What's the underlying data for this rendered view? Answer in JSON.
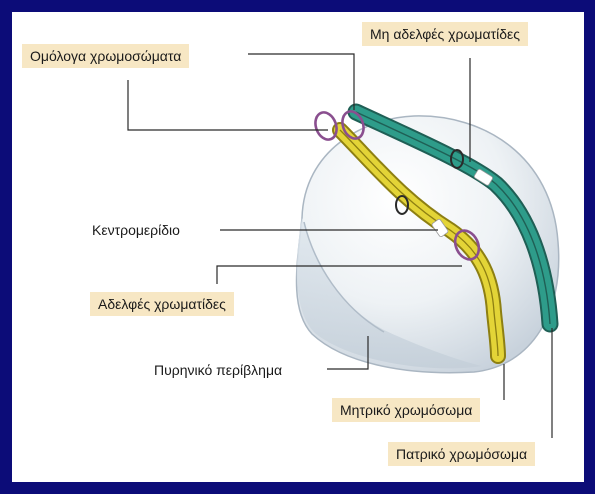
{
  "labels": {
    "homologous": "Ομόλογα χρωμοσώματα",
    "nonsister": "Μη αδελφές χρωματίδες",
    "centromere": "Κεντρομερίδιο",
    "sister": "Αδελφές χρωματίδες",
    "envelope": "Πυρηνικό περίβλημα",
    "maternal": "Μητρικό χρωμόσωμα",
    "paternal": "Πατρικό χρωμόσωμα"
  },
  "colors": {
    "background": "#0c0c78",
    "label_box": "#f7e7c4",
    "maternal_chromosome": "#e3d437",
    "paternal_chromosome": "#2e9c8a",
    "chiasma_ring": "#8a4f8f",
    "leader_line": "#2a2a2a"
  }
}
